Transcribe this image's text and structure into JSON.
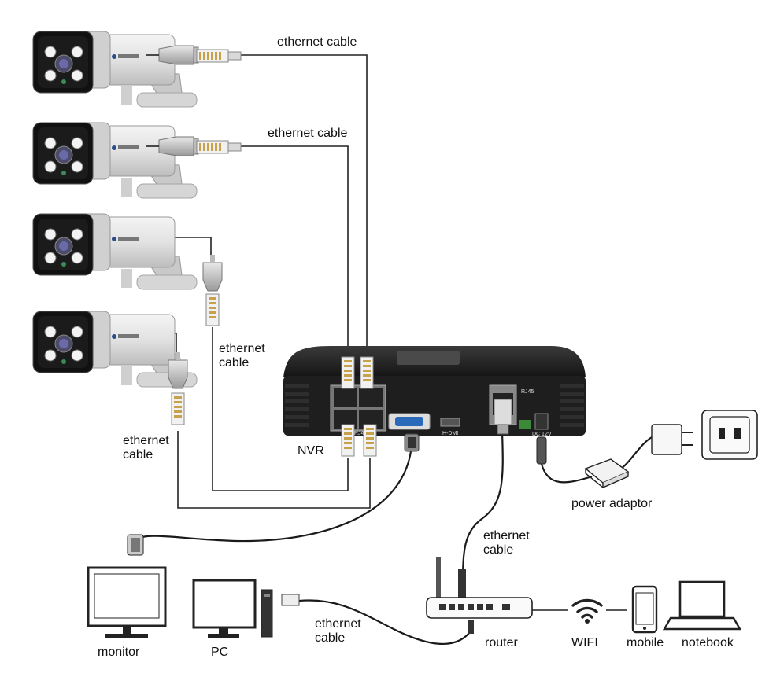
{
  "labels": {
    "cable_cam1": "ethernet cable",
    "cable_cam2": "ethernet cable",
    "cable_cam3_line1": "ethernet",
    "cable_cam3_line2": "cable",
    "cable_cam4_line1": "ethernet",
    "cable_cam4_line2": "cable",
    "nvr": "NVR",
    "power_adaptor": "power adaptor",
    "cable_router_line1": "ethernet",
    "cable_router_line2": "cable",
    "cable_pc_line1": "ethernet",
    "cable_pc_line2": "cable",
    "monitor": "monitor",
    "pc": "PC",
    "router": "router",
    "wifi": "WIFI",
    "mobile": "mobile",
    "notebook": "notebook"
  },
  "nvr_panel": {
    "rj45_left": "RJ45",
    "hdmi": "H-DMI",
    "rj45_right": "RJ45",
    "dc": "DC 12V"
  },
  "icons": {
    "camera": "bullet-camera-icon",
    "connector": "rj45-connector-icon",
    "nvr": "nvr-recorder-icon",
    "adaptor": "power-adaptor-icon",
    "socket": "wall-socket-icon",
    "monitor": "monitor-icon",
    "pc": "desktop-pc-icon",
    "router": "router-icon",
    "wifi": "wifi-icon",
    "mobile": "mobile-phone-icon",
    "notebook": "notebook-icon"
  }
}
